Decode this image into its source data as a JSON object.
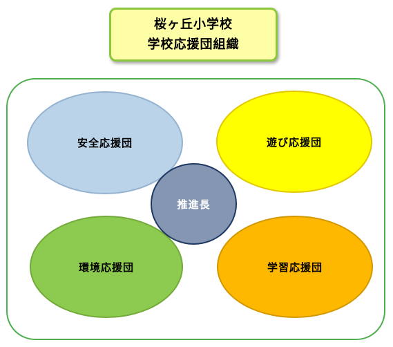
{
  "title": {
    "line1": "桜ヶ丘小学校",
    "line2": "学校応援団組織"
  },
  "groups": {
    "safety": "安全応援団",
    "play": "遊び応援団",
    "environment": "環境応援団",
    "study": "学習応援団",
    "leader": "推進長"
  },
  "colors": {
    "safety": "#bad3e8",
    "play": "#ffff00",
    "environment": "#8dcb50",
    "study": "#ffb800",
    "leader": "#8496b1",
    "frame_border": "#4fae4f",
    "title_fill": "#fefea6"
  }
}
